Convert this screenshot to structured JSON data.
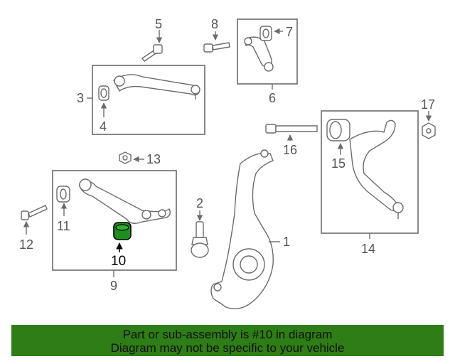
{
  "callouts": {
    "n1": "1",
    "n2": "2",
    "n3": "3",
    "n4": "4",
    "n5": "5",
    "n6": "6",
    "n7": "7",
    "n8": "8",
    "n9": "9",
    "n10": "10",
    "n11": "11",
    "n12": "12",
    "n13": "13",
    "n14": "14",
    "n15": "15",
    "n16": "16",
    "n17": "17"
  },
  "highlight": {
    "part": "10",
    "color": "#1e8f1e"
  },
  "banner": {
    "line1": "Part or sub-assembly is #10 in diagram",
    "line2": "Diagram may not be specific to your vehicle",
    "color": "#2e7d16"
  }
}
